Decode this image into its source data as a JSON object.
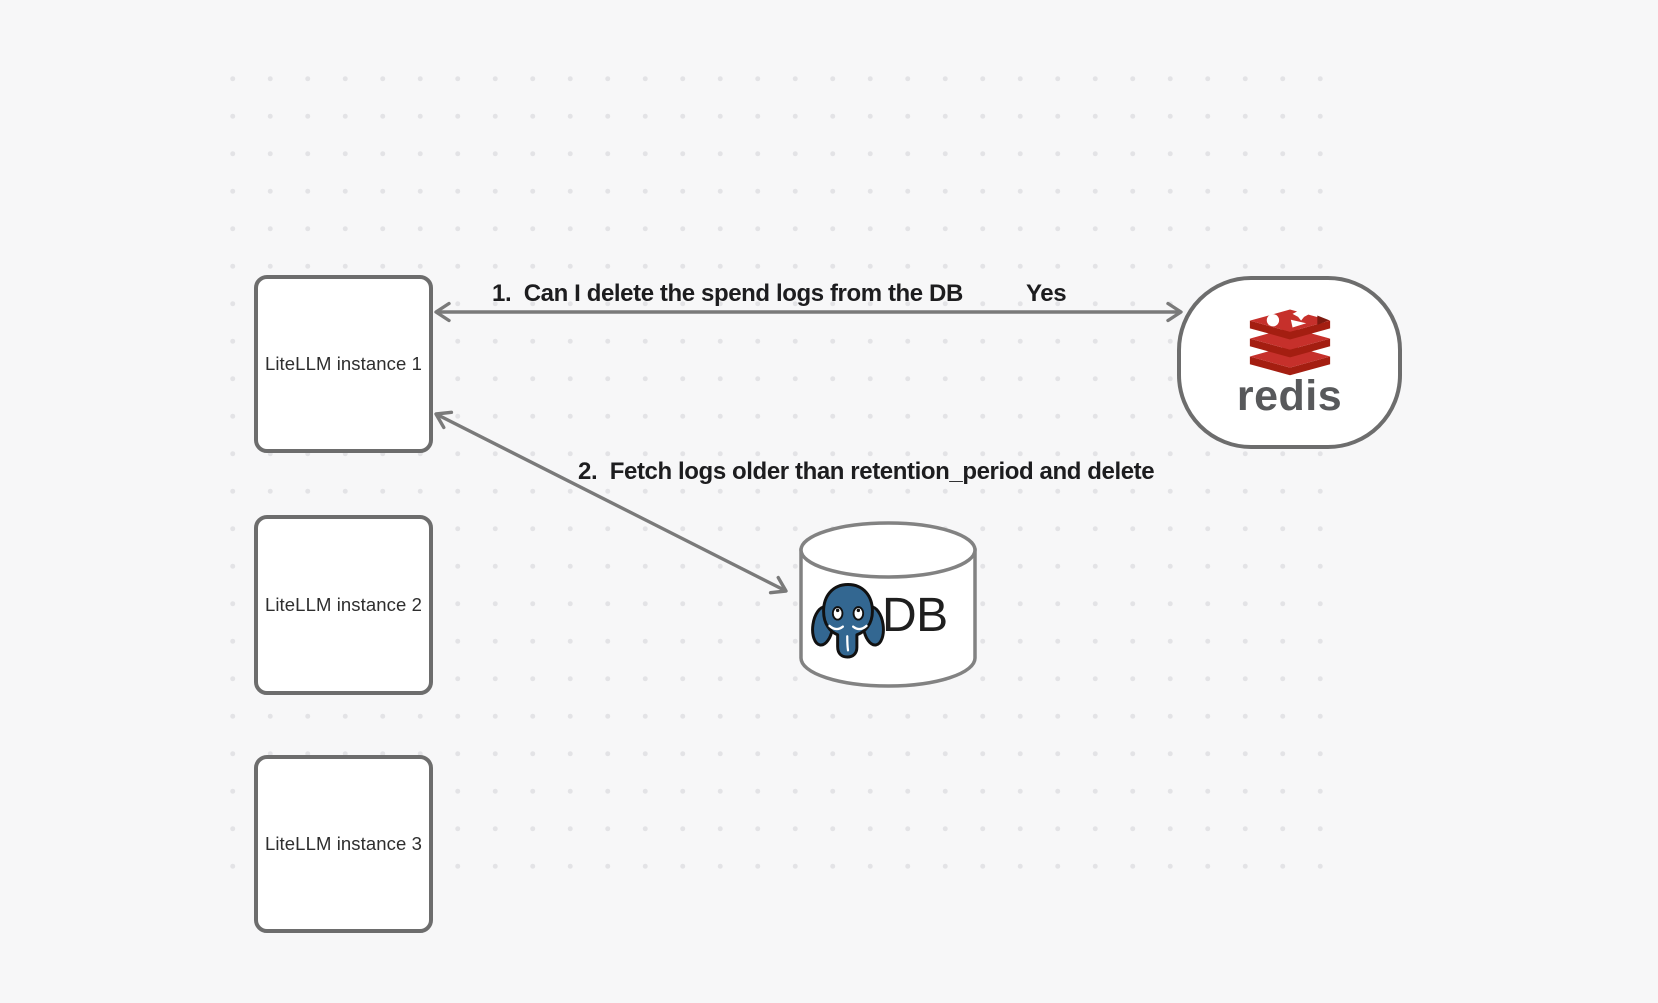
{
  "diagram": {
    "instances": [
      {
        "label": "LiteLLM instance 1"
      },
      {
        "label": "LiteLLM instance 2"
      },
      {
        "label": "LiteLLM instance 3"
      }
    ],
    "redis": {
      "wordmark": "redis",
      "icon": "redis-cube-stack-icon"
    },
    "database": {
      "label": "DB",
      "icon": "postgresql-elephant-icon",
      "shape": "cylinder"
    },
    "edges": [
      {
        "label": "1.  Can I delete the spend logs from the DB",
        "response": "Yes",
        "style": "double-headed-arrow"
      },
      {
        "label": "2.  Fetch logs older than retention_period and delete",
        "style": "double-headed-arrow"
      }
    ]
  },
  "colors": {
    "background": "#f7f7f8",
    "dot_grid": "#e3e3e6",
    "shape_border": "#6d6d6d",
    "cylinder_border": "#828282",
    "arrow": "#7a7a7a",
    "edge_label_text": "#1d1d1f",
    "node_text": "#2e2e2e",
    "redis_red": "#C6302B",
    "redis_red_dark": "#A41E11",
    "redis_wordmark_gray": "#58595b",
    "postgres_blue": "#336791"
  }
}
